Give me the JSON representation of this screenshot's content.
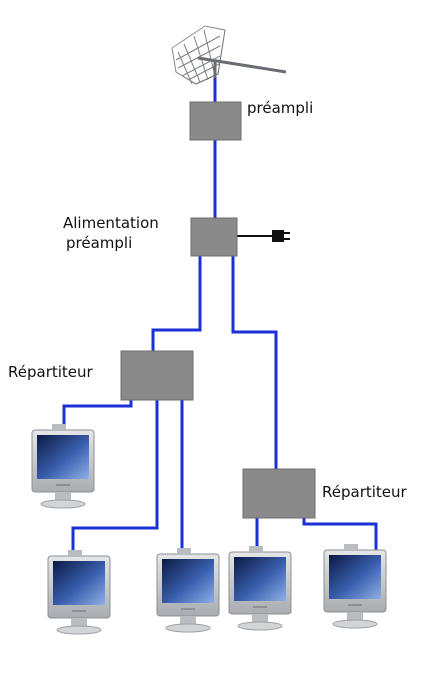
{
  "labels": {
    "preampli": "préampli",
    "alimentation_line1": "Alimentation",
    "alimentation_line2": "préampli",
    "repartiteur_left": "Répartiteur",
    "repartiteur_right": "Répartiteur"
  },
  "colors": {
    "cable": "#1a2fd6",
    "box": "#8a8a8a",
    "box_border": "#6f6f6f",
    "screen_dark": "#0b1a44",
    "screen_light": "#6f95d6",
    "bezel": "#c8cacd"
  },
  "icons": {
    "antenna": "tv-antenna-icon",
    "plug": "power-plug-icon",
    "monitor": "flat-screen-monitor-icon"
  }
}
